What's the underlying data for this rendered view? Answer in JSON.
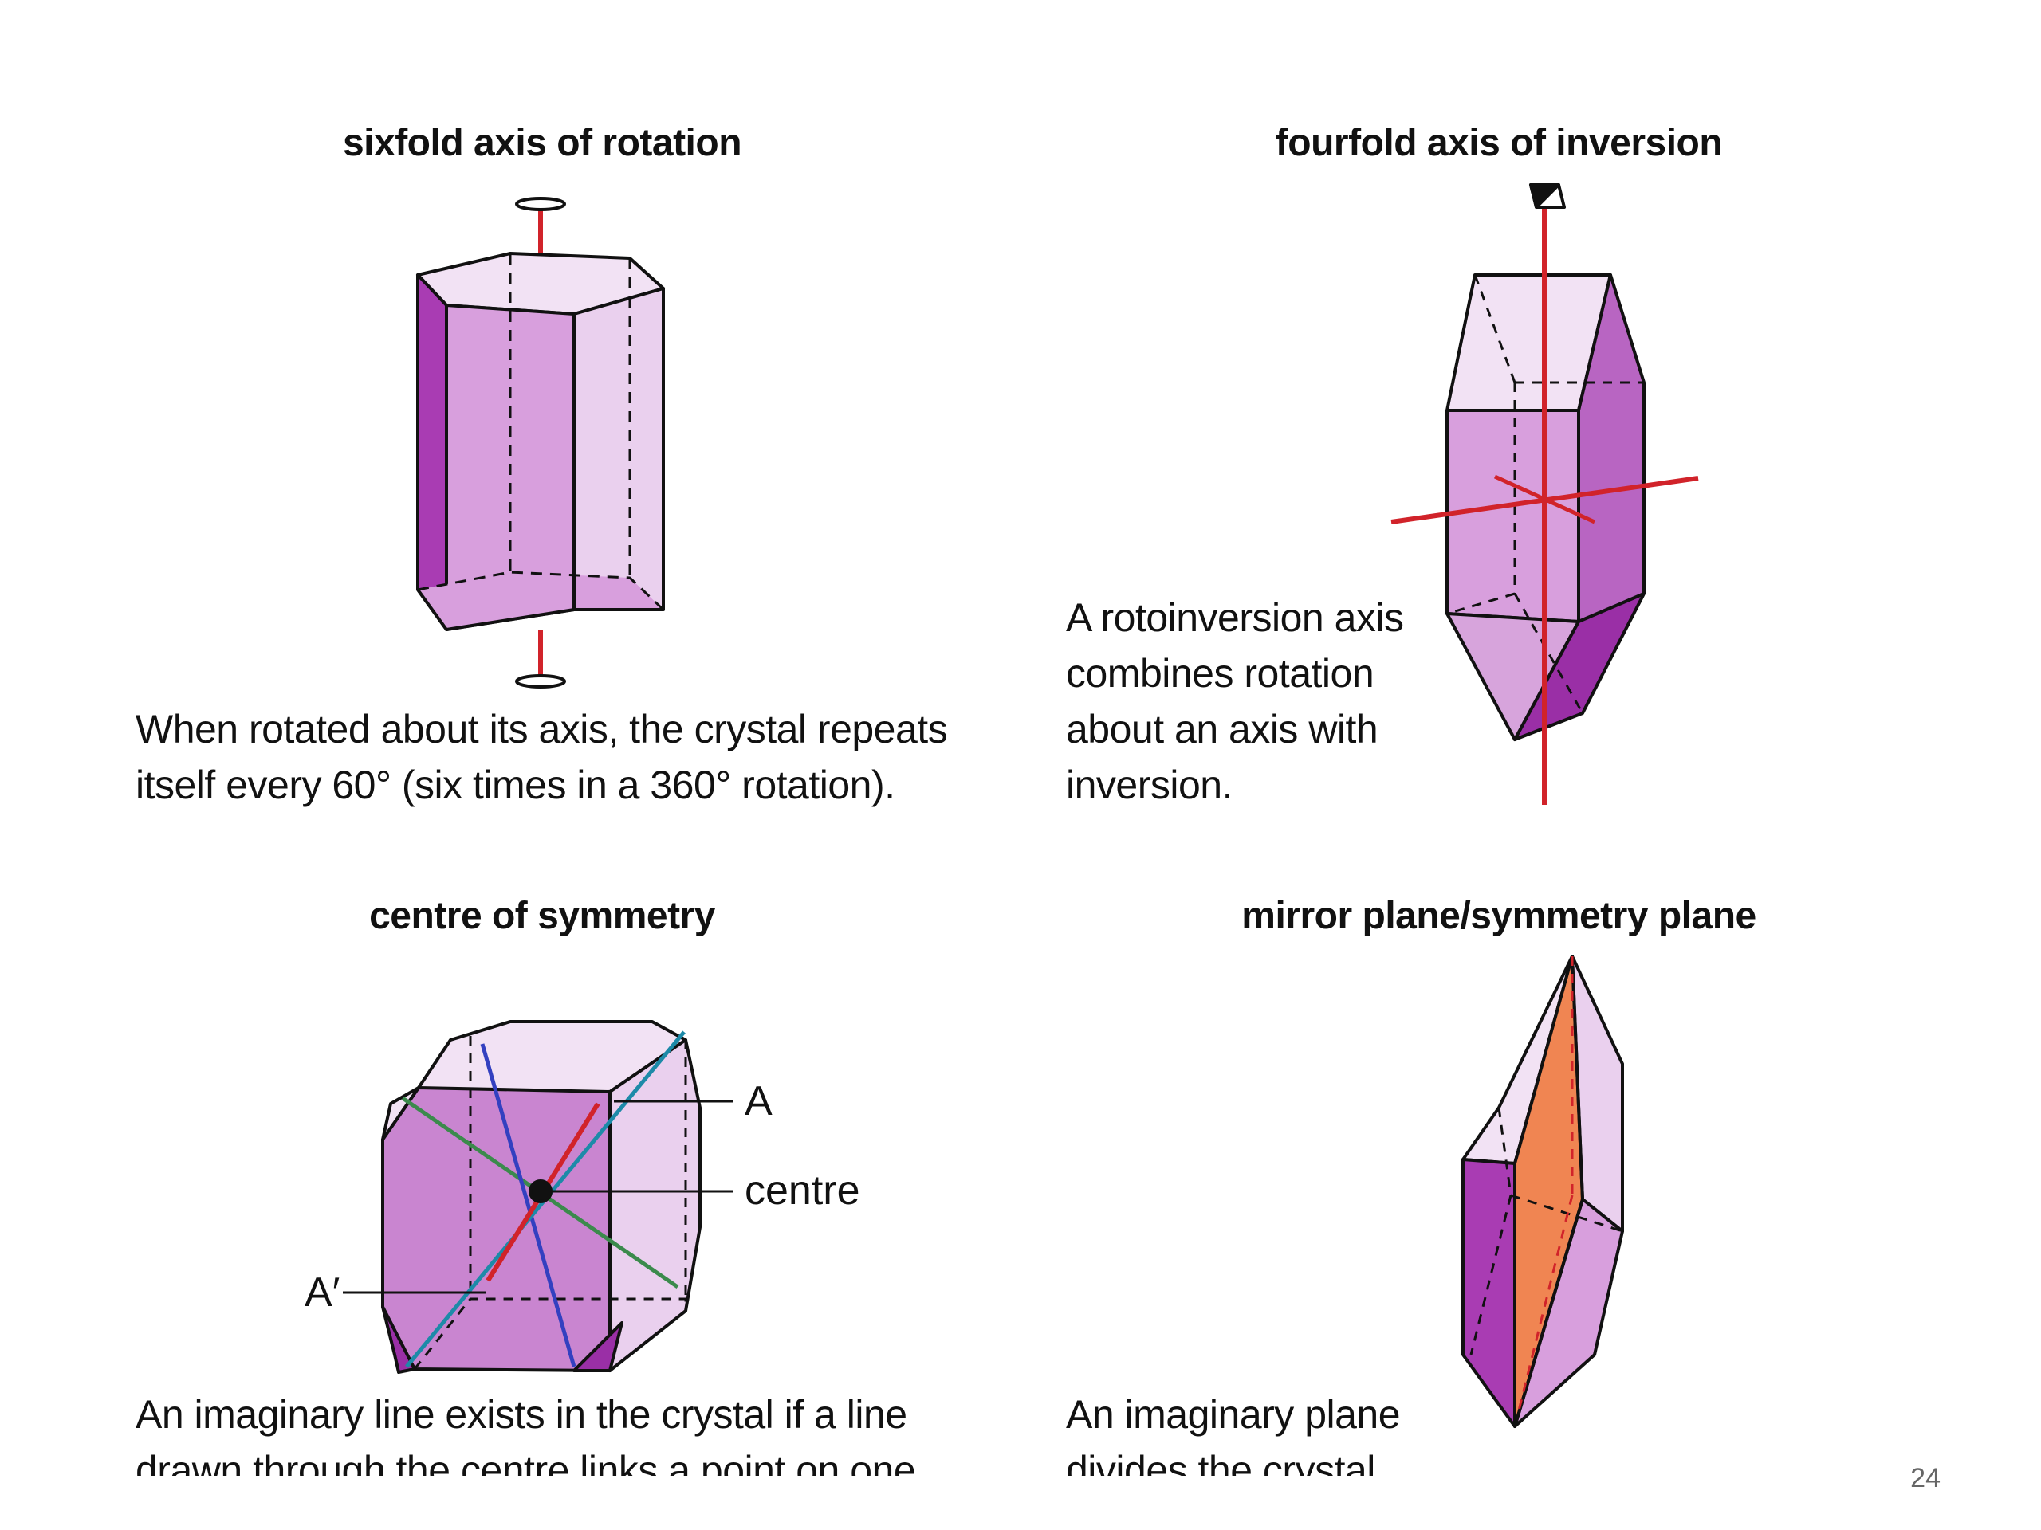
{
  "panels": {
    "sixfold": {
      "title": "sixfold axis of rotation",
      "lines": [
        "When rotated about its axis, the crystal repeats",
        "itself every 60° (six times in a 360° rotation)."
      ]
    },
    "fourfold": {
      "title": "fourfold axis of inversion",
      "lines": [
        "A rotoinversion axis",
        "combines rotation",
        "about an axis with",
        "inversion."
      ]
    },
    "centre": {
      "title": "centre of symmetry",
      "label_a": "A",
      "label_centre": "centre",
      "label_a_prime": "A′",
      "lines": [
        "An imaginary line exists in the crystal if a line",
        "drawn through the centre links a point on one"
      ]
    },
    "mirror": {
      "title": "mirror plane/symmetry plane",
      "lines": [
        "An imaginary plane",
        "divides the crystal"
      ]
    }
  },
  "page_number": "24",
  "colors": {
    "face_light": "#f2e2f4",
    "face_mid": "#d89fdd",
    "face_dark": "#a93cb3",
    "axis_red": "#d1232a",
    "axis_blue": "#3340c0",
    "axis_green": "#3b8a4c",
    "axis_teal": "#1d8aa8",
    "mirror_orange": "#f08552"
  }
}
